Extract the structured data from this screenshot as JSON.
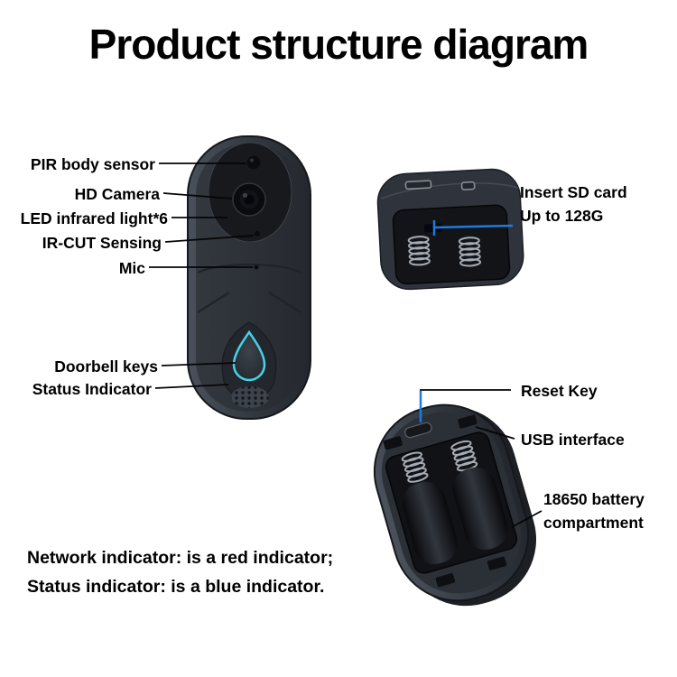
{
  "title": "Product structure diagram",
  "front_view": {
    "labels": {
      "pir": "PIR body sensor",
      "camera": "HD Camera",
      "led": "LED infrared light*6",
      "ircut": "IR-CUT Sensing",
      "mic": "Mic",
      "doorbell": "Doorbell keys",
      "status": "Status Indicator"
    }
  },
  "sd_view": {
    "label_line1": "Insert SD card",
    "label_line2": "Up to 128G"
  },
  "back_view": {
    "labels": {
      "reset": "Reset Key",
      "usb": "USB interface",
      "battery": "18650 battery compartment"
    }
  },
  "notes": {
    "network": "Network indicator: is a red indicator;",
    "status": "Status indicator: is a blue indicator."
  },
  "colors": {
    "accent_blue": "#1e7be0",
    "status_ring_cyan": "#47d2e6",
    "device_body_dark": "#2c3037"
  }
}
